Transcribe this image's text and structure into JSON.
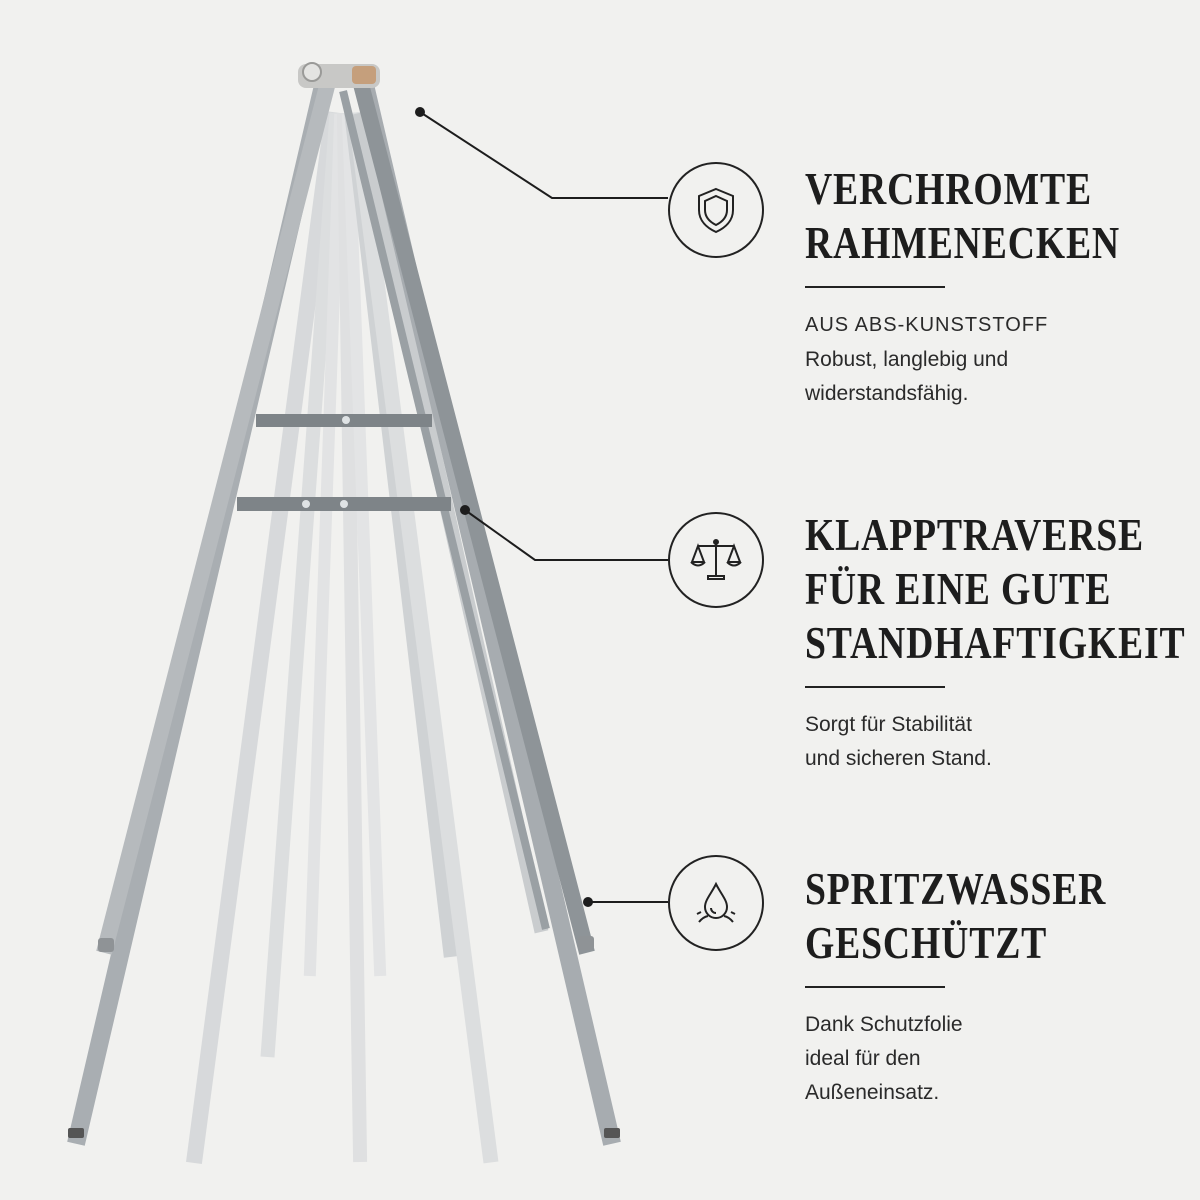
{
  "features": [
    {
      "icon": "shield-icon",
      "title_lines": [
        "VERCHROMTE",
        "RAHMENECKEN"
      ],
      "caps": "AUS ABS-KUNSTSTOFF",
      "desc_lines": [
        "Robust, langlebig und",
        "widerstandsfähig."
      ]
    },
    {
      "icon": "scale-icon",
      "title_lines": [
        "KLAPPTRAVERSE",
        "FÜR EINE GUTE",
        "STANDHAFTIGKEIT"
      ],
      "desc_lines": [
        "Sorgt für Stabilität",
        "und sicheren Stand."
      ]
    },
    {
      "icon": "water-drop-icon",
      "title_lines": [
        "SPRITZWASSER",
        "GESCHÜTZT"
      ],
      "desc_lines": [
        "Dank Schutzfolie",
        "ideal für den",
        "Außeneinsatz."
      ]
    }
  ],
  "colors": {
    "background": "#f1f1ef",
    "text": "#1d1d1d",
    "frame": "#a9aeb2"
  }
}
